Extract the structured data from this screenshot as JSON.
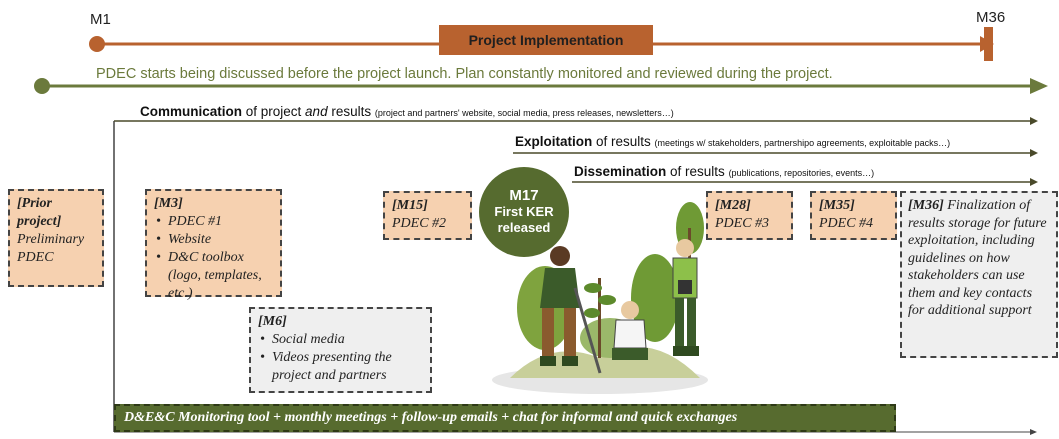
{
  "timeline": {
    "start_label": "M1",
    "end_label": "M36",
    "implementation_label": "Project Implementation",
    "pdec_statement": "PDEC starts being discussed before the project launch. Plan constantly monitored and reviewed during the project."
  },
  "tracks": {
    "communication": {
      "bold": "Communication",
      "rest": " of project ",
      "italic": "and",
      "rest2": " results ",
      "detail": "(project and partners' website, social media, press releases, newsletters…)"
    },
    "exploitation": {
      "bold": "Exploitation",
      "rest": " of results ",
      "detail": "(meetings w/ stakeholders, partnershipo agreements, exploitable packs…)"
    },
    "dissemination": {
      "bold": "Dissemination",
      "rest": " of results ",
      "detail": "(publications, repositories, events…)"
    }
  },
  "milestones": {
    "prior": {
      "title": "[Prior project]",
      "text": "Preliminary PDEC"
    },
    "m3": {
      "title": "[M3]",
      "items": [
        "PDEC #1",
        "Website",
        "D&C toolbox (logo, templates, etc.)"
      ]
    },
    "m6": {
      "title": "[M6]",
      "items": [
        "Social media",
        "Videos presenting the project and partners"
      ]
    },
    "m15": {
      "title": "[M15]",
      "text": "PDEC #2"
    },
    "m17": {
      "line1": "M17",
      "line2": "First KER",
      "line3": "released"
    },
    "m28": {
      "title": "[M28]",
      "text": "PDEC #3"
    },
    "m35": {
      "title": "[M35]",
      "text": "PDEC #4"
    },
    "m36": {
      "title": "[M36]",
      "text": "Finalization of results storage for future exploitation, including guidelines on how stakeholders can use them and key contacts for additional support"
    }
  },
  "monitoring": "D&E&C Monitoring tool + monthly meetings + follow-up emails + chat for informal and quick exchanges",
  "colors": {
    "implementation": "#b8622f",
    "pdec_line": "#6b7a3c",
    "prior_boxes": "#f6d1b0",
    "green": "#576b2f"
  }
}
